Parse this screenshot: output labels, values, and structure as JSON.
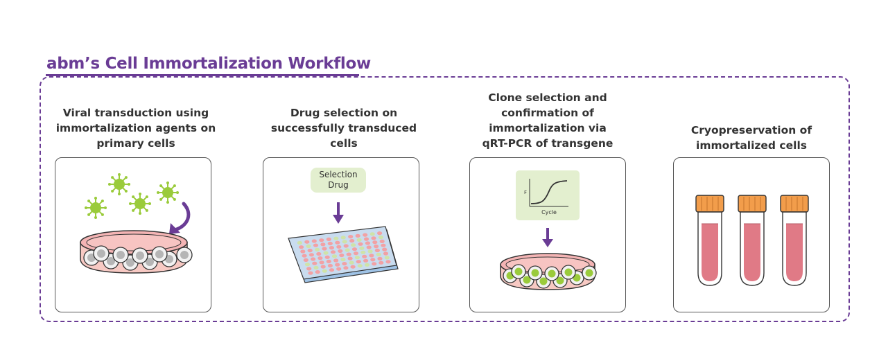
{
  "title": "abm’s Cell Immortalization Workflow",
  "steps": [
    {
      "label": "Viral transduction using\nimmortalization agents on\nprimary cells"
    },
    {
      "label": "Drug selection on\nsuccessfully transduced\ncells",
      "box_line1": "Selection",
      "box_line2": "Drug"
    },
    {
      "label": "Clone selection and\nconfirmation of\nimmortalization via\nqRT-PCR of transgene",
      "y_axis": "F",
      "x_axis": "Cycle"
    },
    {
      "label": "Cryopreservation of\nimmortalized cells"
    }
  ],
  "colors": {
    "accent": "#6a3c95",
    "virus": "#9acb3b",
    "media": "#f2a1a4",
    "tube_liquid": "#e07a86",
    "cap": "#f29d4b",
    "graph_bg": "#e3efcf",
    "plate": "#b8d2ec"
  }
}
